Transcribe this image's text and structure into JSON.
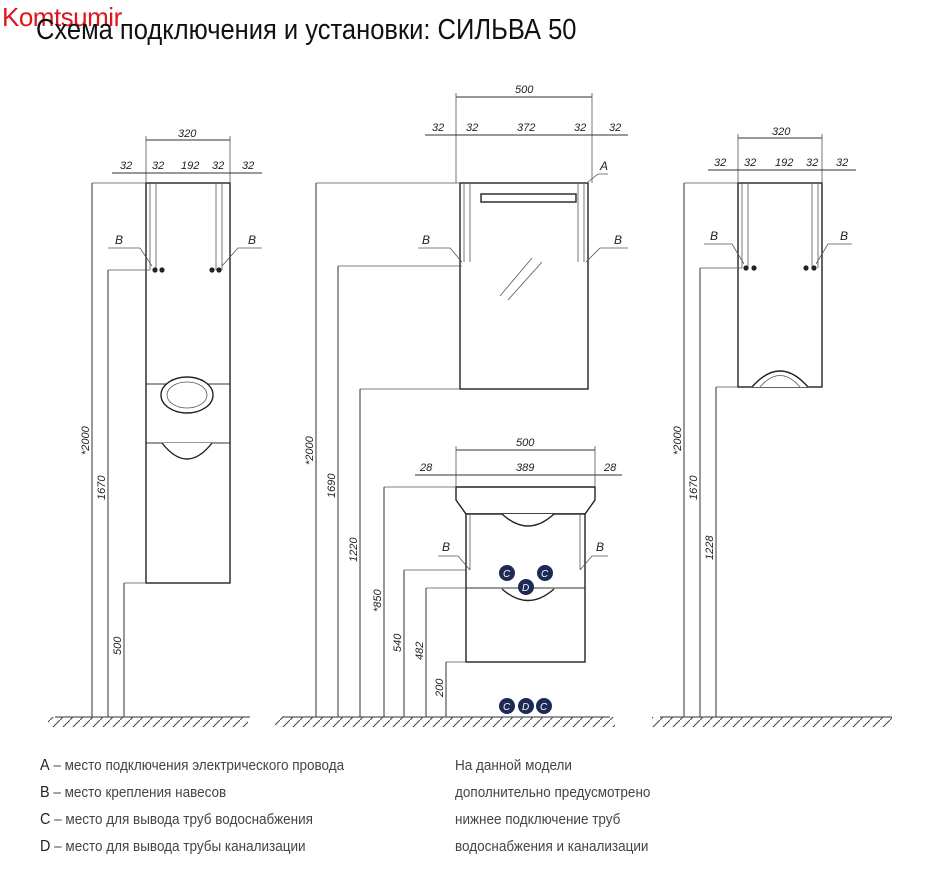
{
  "watermark": "Komtsumir",
  "title": "Схема подключения и установки: СИЛЬВА 50",
  "legend": [
    {
      "key": "A",
      "text": " – место подключения электрического провода"
    },
    {
      "key": "B",
      "text": " – место крепления навесов"
    },
    {
      "key": "C",
      "text": " – место для вывода труб водоснабжения"
    },
    {
      "key": "D",
      "text": " – место для вывода трубы канализации"
    }
  ],
  "note_lines": [
    "На данной модели",
    "дополнительно предусмотрено",
    "нижнее подключение труб",
    "водоснабжения и канализации"
  ],
  "left_cabinet": {
    "width_total": "320",
    "widths": [
      "32",
      "32",
      "192",
      "32",
      "32"
    ],
    "heights": [
      "*2000",
      "1670",
      "500"
    ],
    "mount_labels": [
      "B",
      "B"
    ]
  },
  "center_mirror": {
    "width_total": "500",
    "widths": [
      "32",
      "32",
      "372",
      "32",
      "32"
    ],
    "label_a": "A",
    "mount_labels": [
      "B",
      "B"
    ]
  },
  "center_sink": {
    "width_total": "500",
    "widths": [
      "28",
      "389",
      "28"
    ],
    "mount_labels": [
      "B",
      "B"
    ],
    "pipe_labels": [
      "C",
      "D",
      "C"
    ]
  },
  "center_heights": [
    "*2000",
    "1690",
    "1220",
    "*850",
    "540",
    "482",
    "200"
  ],
  "right_cabinet": {
    "width_total": "320",
    "widths": [
      "32",
      "32",
      "192",
      "32",
      "32"
    ],
    "heights": [
      "*2000",
      "1670",
      "1228"
    ],
    "mount_labels": [
      "B",
      "B"
    ]
  },
  "colors": {
    "watermark": "#e2141b",
    "pipe_badge": "#1d2a55"
  }
}
